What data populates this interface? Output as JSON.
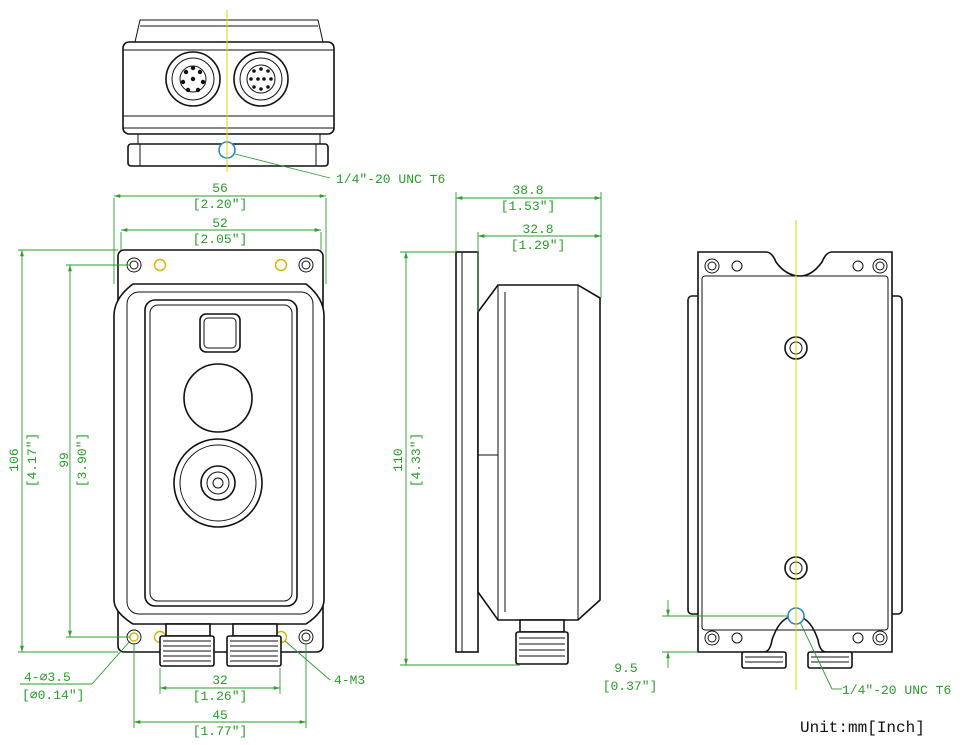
{
  "colors": {
    "dimension": "#2a9d2a",
    "outline": "#111111",
    "centerline": "#e6d400"
  },
  "top_view": {
    "callout_thread": "1/4″-20 UNC ⊤6"
  },
  "front_view": {
    "width_outer_mm": "56",
    "width_outer_in": "[2.20″]",
    "width_holes_mm": "52",
    "width_holes_in": "[2.05″]",
    "height_outer_mm": "106",
    "height_outer_in": "[4.17″]",
    "height_holes_mm": "99",
    "height_holes_in": "[3.90″]",
    "holes_callout_mm": "4-⌀3.5",
    "holes_callout_in": "[⌀0.14″]",
    "m3_callout": "4-M3",
    "conn_spacing_mm": "32",
    "conn_spacing_in": "[1.26″]",
    "bottom_holes_mm": "45",
    "bottom_holes_in": "[1.77″]"
  },
  "side_view": {
    "depth_total_mm": "38.8",
    "depth_total_in": "[1.53″]",
    "depth_body_mm": "32.8",
    "depth_body_in": "[1.29″]",
    "height_mm": "110",
    "height_in": "[4.33″]"
  },
  "back_view": {
    "offset_mm": "9.5",
    "offset_in": "[0.37″]",
    "callout_thread": "1/4″-20 UNC ⊤6"
  },
  "unit_label": "Unit:mm[Inch]"
}
